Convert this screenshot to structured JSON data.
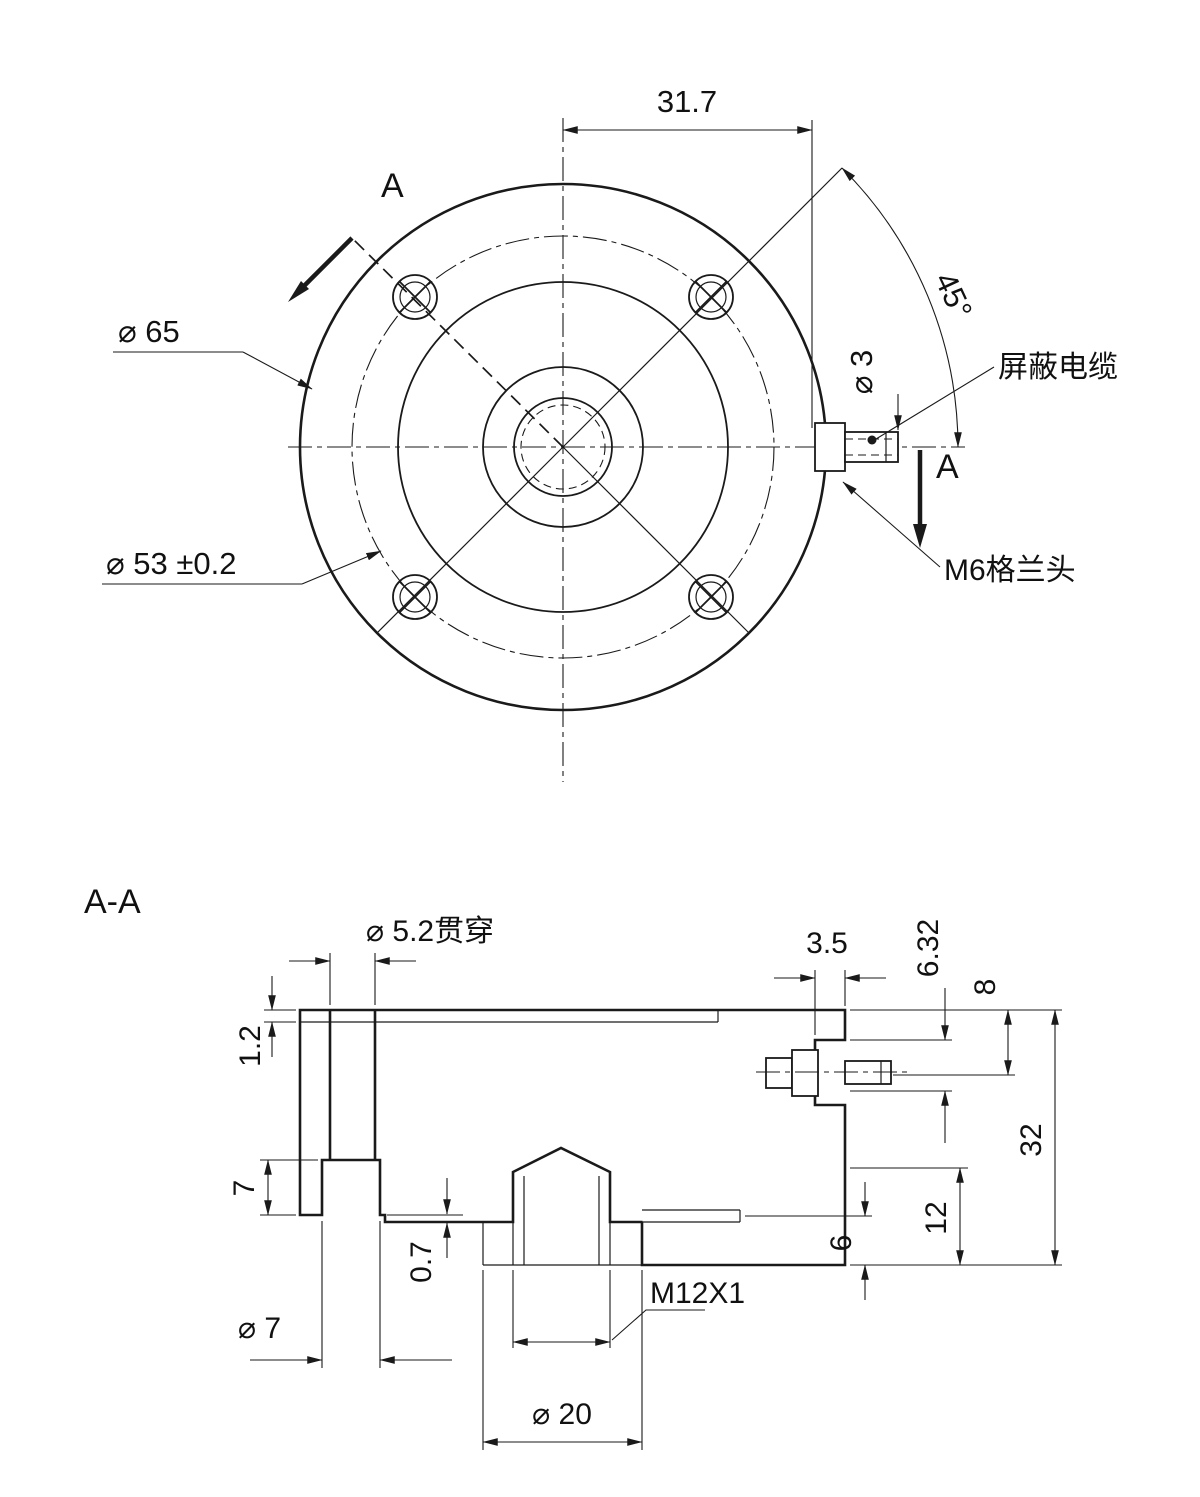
{
  "colors": {
    "line": "#1a1a1a",
    "text": "#111111",
    "background": "#ffffff"
  },
  "top_view": {
    "section_label_start": "A",
    "section_label_end": "A",
    "dim_width": "31.7",
    "dim_angle": "45°",
    "dia_outer": "⌀ 65",
    "dia_bolt_circle": "⌀ 53 ±0.2",
    "dia_cable": "⌀ 3",
    "label_shielded_cable": "屏蔽电缆",
    "label_gland": "M6格兰头"
  },
  "section_view": {
    "title": "A-A",
    "dia_through_hole": "⌀ 5.2贯穿",
    "dim_plate_thickness": "1.2",
    "dim_pocket_depth": "7",
    "dim_step": "0.7",
    "dia_pocket": "⌀ 7",
    "dia_bore": "⌀ 20",
    "thread": "M12X1",
    "dim_gland_pocket": "3.5",
    "dim_gland_axis": "6.32",
    "dim_gland_top": "8",
    "dim_total_height": "32",
    "dim_hub_height": "12",
    "dim_gap_height": "6"
  }
}
